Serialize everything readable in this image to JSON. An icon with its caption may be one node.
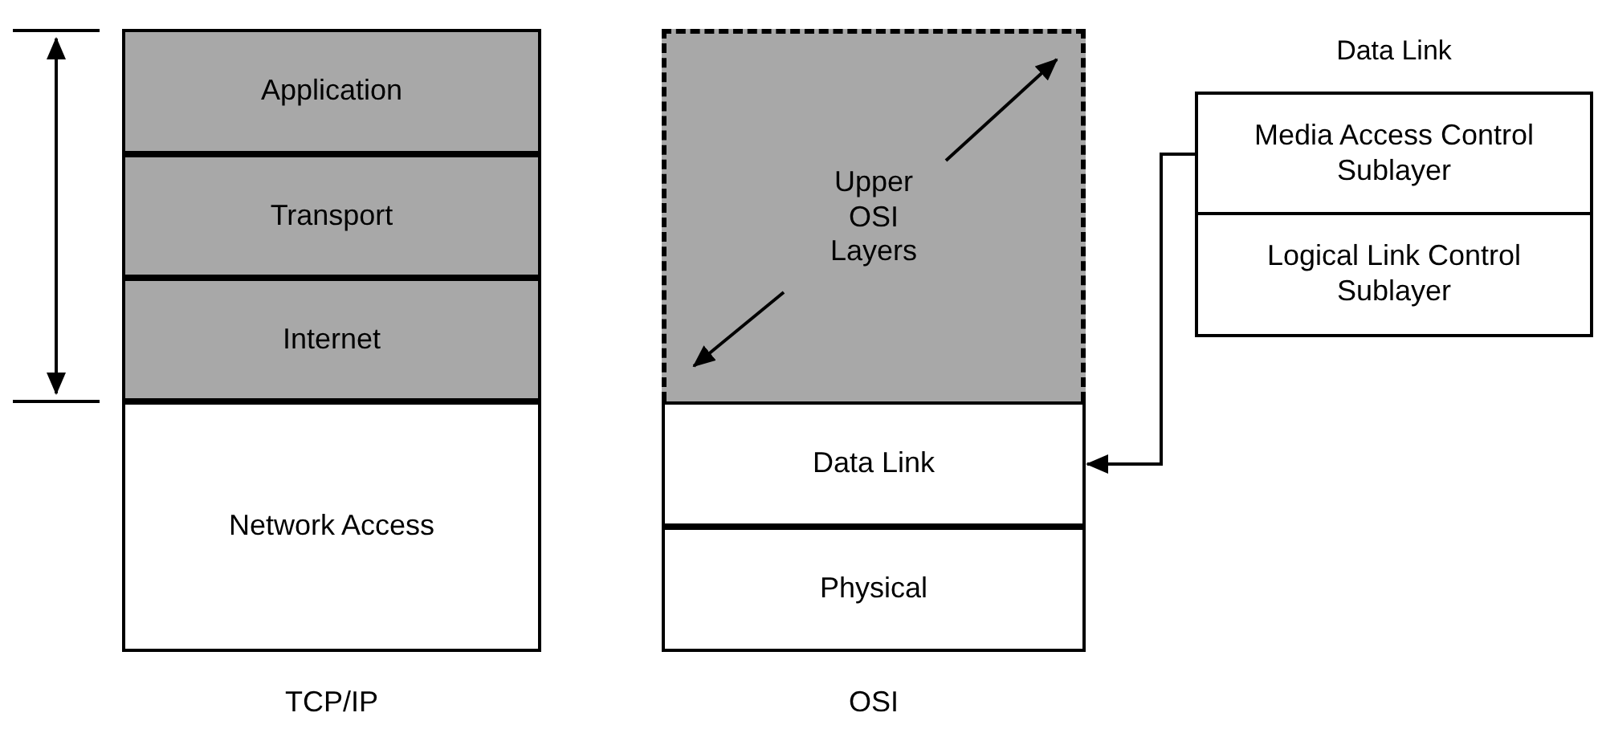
{
  "diagram": {
    "nodes": [
      {
        "text": [
          "Application"
        ]
      },
      {
        "text": [
          "Transport"
        ]
      },
      {
        "text": [
          "Internet"
        ]
      },
      {
        "text": [
          "Network Access"
        ]
      },
      {
        "text": [
          "Upper OSI Layers"
        ]
      },
      {
        "text": [
          "Data Link"
        ]
      },
      {
        "text": [
          "Physical"
        ]
      },
      {
        "text": [
          "Data Link"
        ]
      },
      {
        "text": [
          "Media Access Control Sublayer"
        ],
        "in": 7
      },
      {
        "text": [
          "Logical Link Control Sublayer"
        ],
        "in": 7
      }
    ],
    "edges": [
      {
        "from": 7,
        "to": 5,
        "arrow": "to"
      }
    ],
    "labels": [
      "TCP/IP",
      "OSI"
    ]
  }
}
